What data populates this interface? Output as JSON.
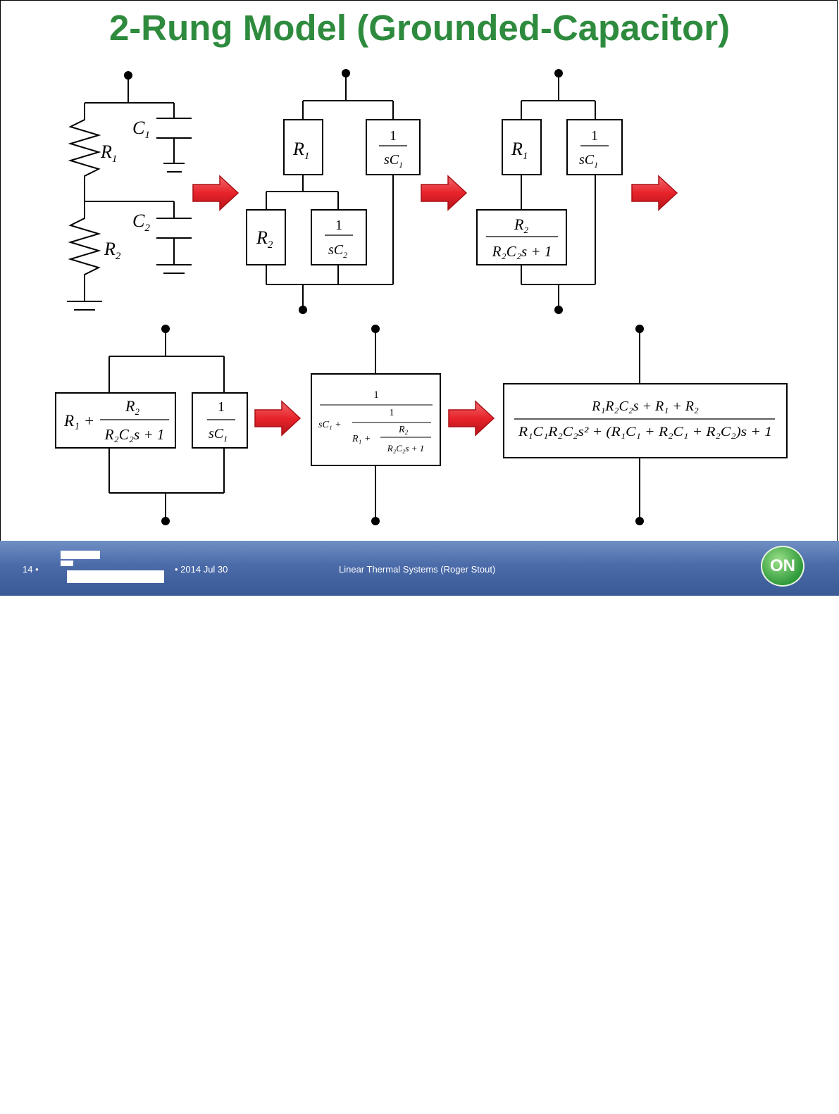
{
  "title": "2-Rung Model (Grounded-Capacitor)",
  "labels": {
    "C1": "C",
    "C1_sub": "1",
    "R1": "R",
    "R1_sub": "1",
    "C2": "C",
    "C2_sub": "2",
    "R2": "R",
    "R2_sub": "2",
    "one": "1",
    "sC1": "sC",
    "sC1_sub": "1",
    "sC2": "sC",
    "sC2_sub": "2",
    "R2_num": "R",
    "R2_num_sub": "2",
    "den_R2C2s1": "R₂C₂s + 1",
    "R1_plus": "R₁ +",
    "sC1_plus": "sC₁ +",
    "final_num": "R₁R₂C₂s + R₁ + R₂",
    "final_den": "R₁C₁R₂C₂s² + (R₁C₁ + R₂C₁ + R₂C₂)s + 1"
  },
  "footer": {
    "page": "14 •",
    "date": "• 2014 Jul 30",
    "center": "Linear Thermal Systems (Roger Stout)",
    "on_logo": "ON"
  },
  "colors": {
    "title": "#2e8b3e",
    "arrow": "#e8232a",
    "footer": "#4a6aa8"
  }
}
